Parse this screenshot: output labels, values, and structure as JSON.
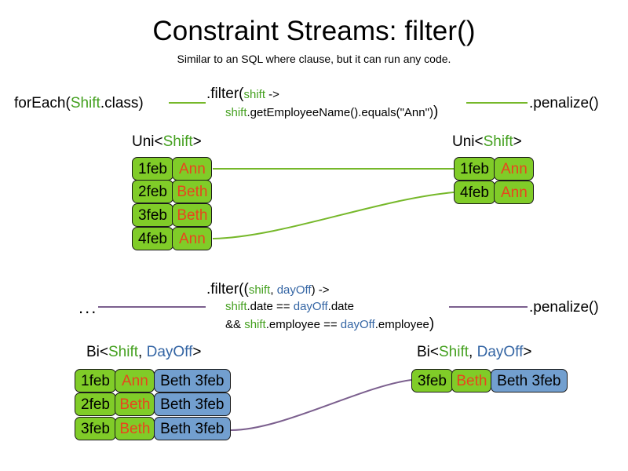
{
  "header": {
    "title": "Constraint Streams: filter()",
    "subtitle": "Similar to an SQL where clause, but it can run any code."
  },
  "colors": {
    "green_fact": "#80cc28",
    "blue_fact": "#729fcf",
    "name_text": "#e8451e",
    "shift_token": "#44a01f",
    "dayoff_token": "#3465a4",
    "uni_wire": "#76b82a",
    "bi_wire": "#7b5f8e"
  },
  "uni_section": {
    "source_label": {
      "prefix": "forEach(",
      "type": "Shift",
      "suffix": ".class)"
    },
    "filter_line1": {
      "method": ".filter(",
      "param": "shift",
      "arrow": " ->"
    },
    "filter_line2": {
      "receiver": "shift",
      "expr": ".getEmployeeName().equals(\"Ann\")",
      "close": ")"
    },
    "penalize_label": ".penalize()",
    "input_caption": {
      "prefix": "Uni<",
      "type": "Shift",
      "suffix": ">"
    },
    "output_caption": {
      "prefix": "Uni<",
      "type": "Shift",
      "suffix": ">"
    },
    "input_rows": [
      {
        "date": "1feb",
        "name": "Ann"
      },
      {
        "date": "2feb",
        "name": "Beth"
      },
      {
        "date": "3feb",
        "name": "Beth"
      },
      {
        "date": "4feb",
        "name": "Ann"
      }
    ],
    "output_rows": [
      {
        "date": "1feb",
        "name": "Ann"
      },
      {
        "date": "4feb",
        "name": "Ann"
      }
    ]
  },
  "bi_section": {
    "source_label": "...",
    "filter_line1": {
      "method": ".filter((",
      "param1": "shift",
      "comma": ", ",
      "param2": "dayOff",
      "arrow": ") ->"
    },
    "filter_line2": {
      "t1": "shift",
      "t2": ".date == ",
      "t3": "dayOff",
      "t4": ".date"
    },
    "filter_line3": {
      "t0": "&& ",
      "t1": "shift",
      "t2": ".employee == ",
      "t3": "dayOff",
      "t4": ".employee",
      "close": ")"
    },
    "penalize_label": ".penalize()",
    "input_caption": {
      "prefix": "Bi<",
      "type1": "Shift",
      "comma": ", ",
      "type2": "DayOff",
      "suffix": ">"
    },
    "output_caption": {
      "prefix": "Bi<",
      "type1": "Shift",
      "comma": ", ",
      "type2": "DayOff",
      "suffix": ">"
    },
    "input_rows": [
      {
        "date": "1feb",
        "name": "Ann",
        "dayoff": "Beth 3feb"
      },
      {
        "date": "2feb",
        "name": "Beth",
        "dayoff": "Beth 3feb"
      },
      {
        "date": "3feb",
        "name": "Beth",
        "dayoff": "Beth 3feb"
      }
    ],
    "output_rows": [
      {
        "date": "3feb",
        "name": "Beth",
        "dayoff": "Beth 3feb"
      }
    ]
  }
}
